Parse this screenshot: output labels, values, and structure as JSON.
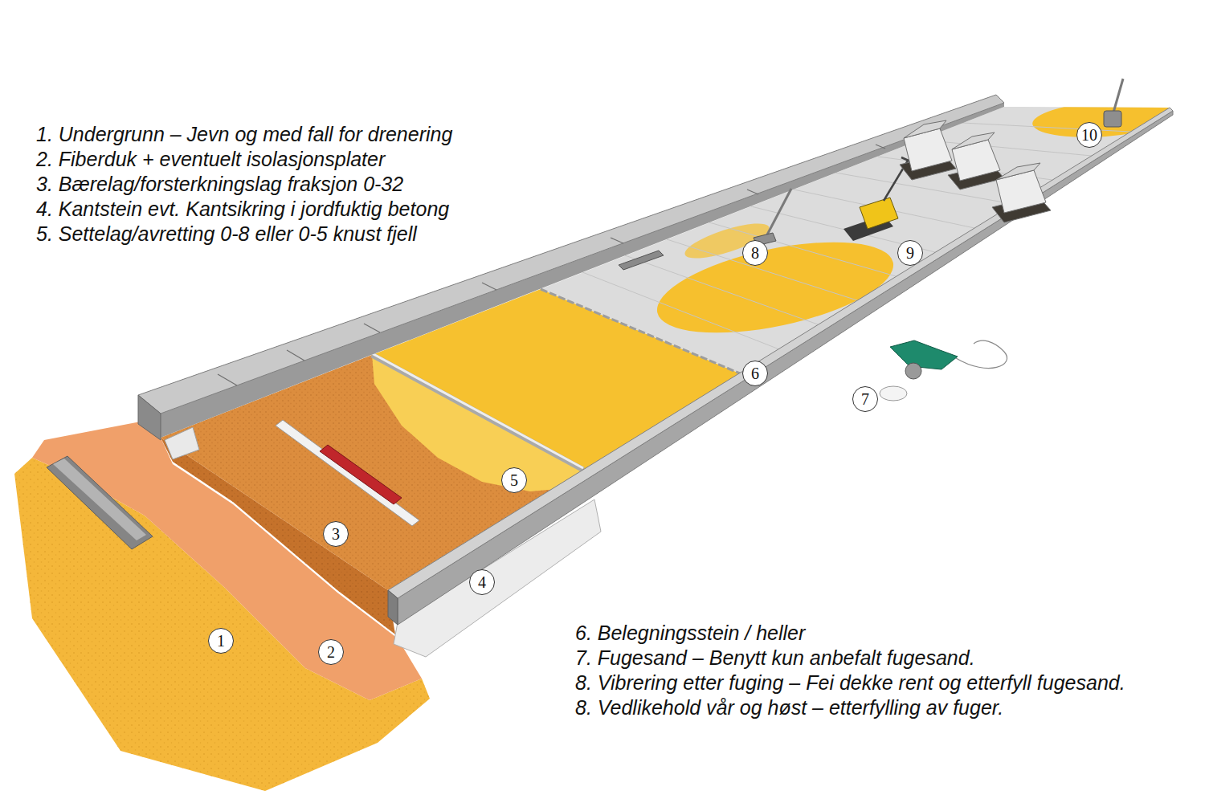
{
  "diagram": {
    "labels": [
      "1. Undergrunn – Jevn og med fall for drenering",
      "2. Fiberduk + eventuelt isolasjonsplater",
      "3. Bærelag/forsterkningslag fraksjon 0-32",
      "4. Kantstein evt. Kantsikring i jordfuktig betong",
      "5. Settelag/avretting 0-8 eller 0-5 knust fjell",
      "6. Belegningsstein / heller",
      "7. Fugesand – Benytt kun anbefalt fugesand.",
      "8. Vibrering etter fuging – Fei dekke rent og etterfyll fugesand.",
      "8. Vedlikehold vår og høst – etterfylling av fuger.",
      "1",
      "2",
      "3",
      "4",
      "5",
      "6",
      "7",
      "8",
      "9",
      "10"
    ]
  }
}
